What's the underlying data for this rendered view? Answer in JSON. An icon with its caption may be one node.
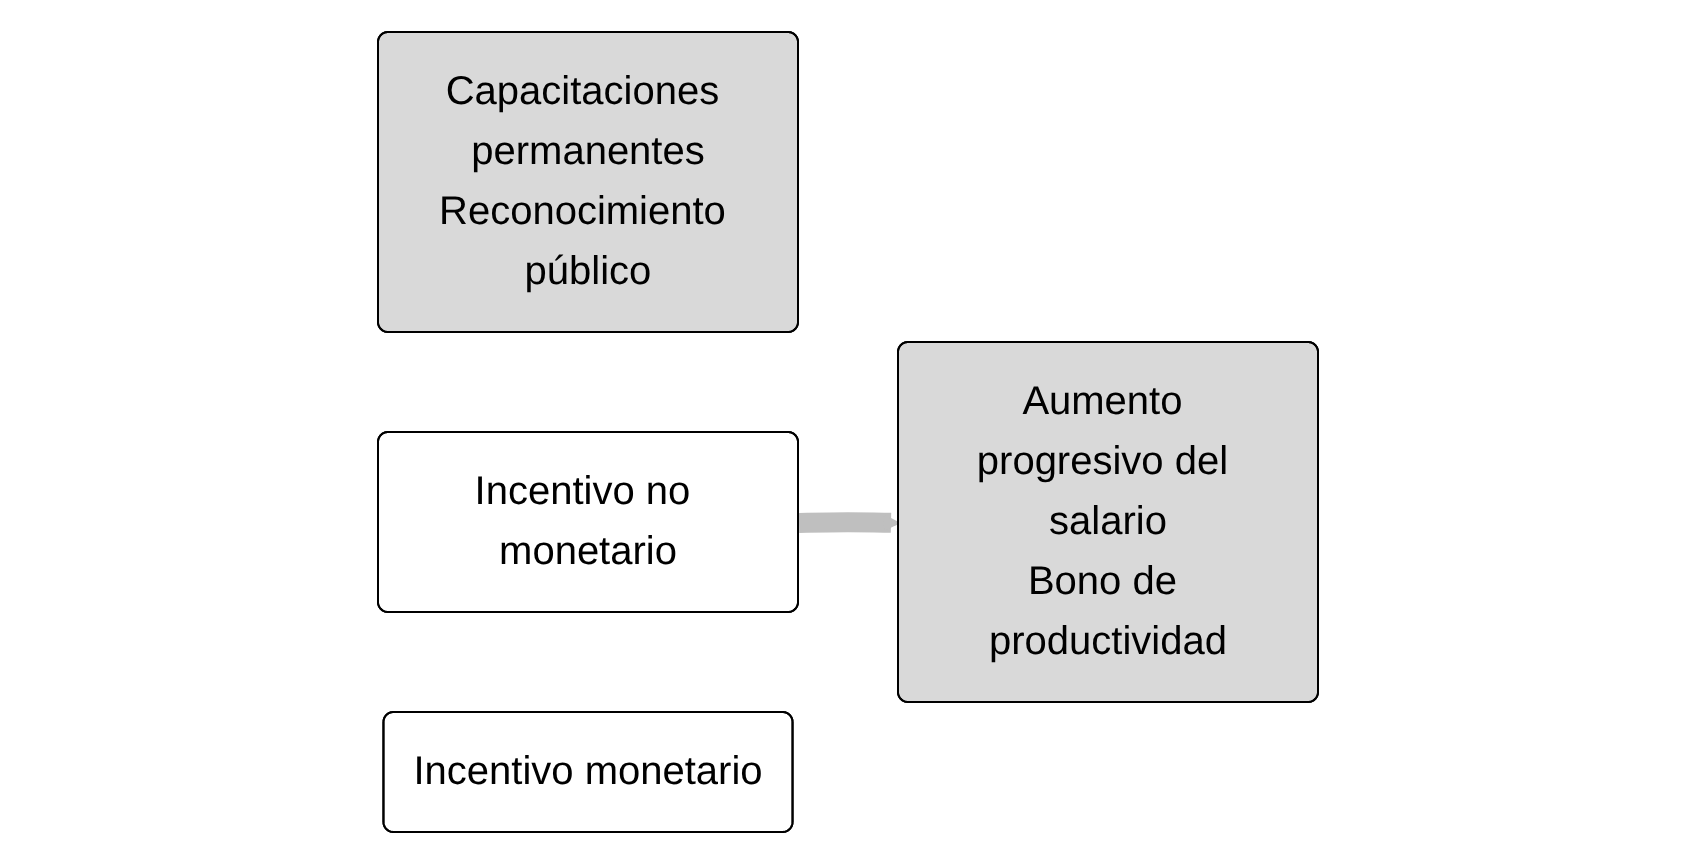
{
  "diagram": {
    "nodes": [
      {
        "text": [
          "Capacitaciones permanentes",
          "Reconocimiento público"
        ]
      },
      {
        "text": [
          "Incentivo no monetario"
        ]
      },
      {
        "text": [
          "Incentivo monetario"
        ]
      },
      {
        "text": [
          "Aumento progresivo del salario",
          "Bono de productividad"
        ]
      }
    ],
    "edges": [
      {
        "from": 1,
        "to": 3,
        "arrow": "to",
        "color": "#bfbfbf"
      }
    ]
  }
}
